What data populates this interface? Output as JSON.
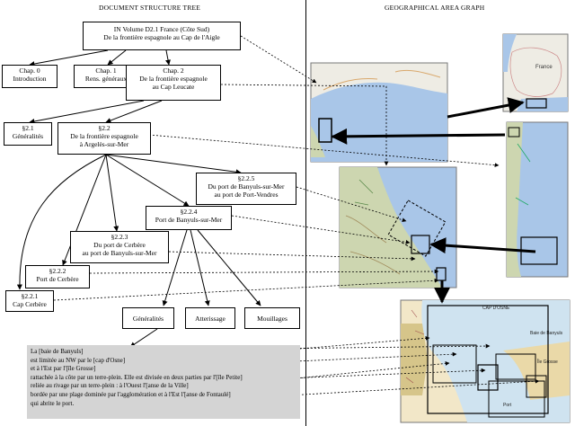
{
  "headers": {
    "left": "DOCUMENT STRUCTURE TREE",
    "right": "GEOGRAPHICAL AREA GRAPH"
  },
  "tree": {
    "root": [
      "IN Volume D2.1 France (Côte Sud)",
      "De la frontière espagnole au Cap de l'Aigle"
    ],
    "chap0": [
      "Chap. 0",
      "Introduction"
    ],
    "chap1": [
      "Chap. 1",
      "Rens. généraux"
    ],
    "chap2": [
      "Chap. 2",
      "De la frontière espagnole",
      "au Cap Leucate"
    ],
    "s21": [
      "§2.1",
      "Généralités"
    ],
    "s22": [
      "§2.2",
      "De la frontière espagnole",
      "à Argelès-sur-Mer"
    ],
    "s225": [
      "§2.2.5",
      "Du port de Banyuls-sur-Mer",
      "au port de Port-Vendres"
    ],
    "s224": [
      "§2.2.4",
      "Port de Banyuls-sur-Mer"
    ],
    "s223": [
      "§2.2.3",
      "Du port de Cerbère",
      "au port de Banyuls-sur-Mer"
    ],
    "s222": [
      "§2.2.2",
      "Port de Cerbère"
    ],
    "s221": [
      "§2.2.1",
      "Cap Cerbère"
    ],
    "gen": [
      "Généralités"
    ],
    "att": [
      "Atterissage"
    ],
    "mou": [
      "Mouillages"
    ]
  },
  "text_block": [
    "La [baie de Banyuls]",
    "est limitée au NW par le [cap d'Osne]",
    "et à l'Est par l'[île Grosse]",
    "rattachée à la côte par un terre-plein. Elle est divisée en deux parties par l'[île Petite]",
    "reliée au rivage par un terre-plein : à l'Ouest l'[anse de la Ville]",
    "bordée par une plage dominée par l'agglomération et à l'Est l'[anse de Fontaulé]",
    "qui abrite le port."
  ],
  "map_labels": {
    "france": "France",
    "cap_osne": "CAP D'OSNE",
    "baie": "Baie de Banyuls",
    "ile_grosse": "Île Grosse",
    "port": "Port"
  },
  "colors": {
    "sea": "#a9c6e8",
    "land": "#eeece4",
    "terrain": "#cdd6b0",
    "chart_sea": "#cfe3f0",
    "chart_land": "#f2e7c8",
    "text_bg": "#d4d4d4"
  }
}
